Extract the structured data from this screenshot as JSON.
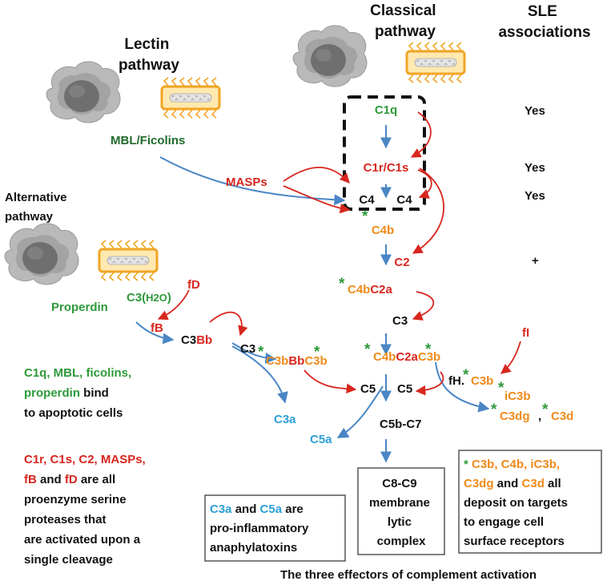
{
  "headers": {
    "classical": [
      "Classical",
      "pathway"
    ],
    "sle": [
      "SLE",
      "associations"
    ],
    "lectin": [
      "Lectin",
      "pathway"
    ],
    "alternative": [
      "Alternative",
      "pathway"
    ]
  },
  "sle_values": [
    "Yes",
    "Yes",
    "Yes",
    "+"
  ],
  "lectin_recognition": "MBL/Ficolins",
  "classical_nodes": {
    "c1q": "C1q",
    "c1r_c1s": "C1r/C1s",
    "c4_left": "C4",
    "c4_right": "C4",
    "c4b": "C4b",
    "c2": "C2",
    "c4b_c2a": [
      "C4b",
      "C2a"
    ],
    "c3": "C3",
    "c4b_c2a_c3b": [
      "C4b",
      "C2a",
      "C3b"
    ],
    "c5_left": "C5",
    "c5_right": "C5",
    "c5b_c7": "C5b-C7"
  },
  "lectin_nodes": {
    "masps": "MASPs"
  },
  "alternative_nodes": {
    "properdin": "Properdin",
    "c3h2o": [
      "C3(",
      "H2O",
      ")"
    ],
    "fd": "fD",
    "fb": "fB",
    "c3bb": [
      "C3",
      "Bb"
    ],
    "c3": "C3",
    "c3bbbc3b": [
      "C3b",
      "Bb",
      "C3b"
    ]
  },
  "regulation_nodes": {
    "fi": "fI",
    "fh": "fH.",
    "c3b": "C3b",
    "ic3b": "iC3b",
    "c3dg": "C3dg",
    "c3d": "C3d",
    "comma": ","
  },
  "anaphylatoxins": {
    "c3a": "C3a",
    "c5a": "C5a"
  },
  "asterisk": "*",
  "notes": {
    "apoptotic": [
      [
        {
          "t": "C1q, MBL, ficolins,",
          "c": "green"
        }
      ],
      [
        {
          "t": "properdin",
          "c": "green"
        },
        {
          "t": " bind",
          "c": "black"
        }
      ],
      [
        {
          "t": "to apoptotic cells",
          "c": "black"
        }
      ]
    ],
    "proenzyme": [
      [
        {
          "t": "C1r, C1s, C2, MASPs,",
          "c": "red"
        }
      ],
      [
        {
          "t": "fB",
          "c": "red"
        },
        {
          "t": " and ",
          "c": "black"
        },
        {
          "t": "fD",
          "c": "red"
        },
        {
          "t": " are all",
          "c": "black"
        }
      ],
      [
        {
          "t": "proenzyme serine",
          "c": "black"
        }
      ],
      [
        {
          "t": "proteases that",
          "c": "black"
        }
      ],
      [
        {
          "t": "are activated upon a",
          "c": "black"
        }
      ],
      [
        {
          "t": "single cleavage",
          "c": "black"
        }
      ]
    ]
  },
  "effector_boxes": {
    "anaphylatoxin": [
      [
        {
          "t": "C3a",
          "c": "blue"
        },
        {
          "t": " and ",
          "c": "black"
        },
        {
          "t": "C5a",
          "c": "blue"
        },
        {
          "t": " are",
          "c": "black"
        }
      ],
      [
        {
          "t": "pro-inflammatory",
          "c": "black"
        }
      ],
      [
        {
          "t": "anaphylatoxins",
          "c": "black"
        }
      ]
    ],
    "mac": [
      [
        {
          "t": "C8-C9",
          "c": "black"
        }
      ],
      [
        {
          "t": "membrane",
          "c": "black"
        }
      ],
      [
        {
          "t": "lytic",
          "c": "black"
        }
      ],
      [
        {
          "t": "complex",
          "c": "black"
        }
      ]
    ],
    "deposit": [
      [
        {
          "t": "*",
          "c": "green"
        },
        {
          "t": " C3b, C4b, iC3b,",
          "c": "orange"
        }
      ],
      [
        {
          "t": "C3dg",
          "c": "orange"
        },
        {
          "t": " and ",
          "c": "black"
        },
        {
          "t": "C3d",
          "c": "orange"
        },
        {
          "t": " all",
          "c": "black"
        }
      ],
      [
        {
          "t": "deposit on targets",
          "c": "black"
        }
      ],
      [
        {
          "t": "to engage cell",
          "c": "black"
        }
      ],
      [
        {
          "t": "surface receptors",
          "c": "black"
        }
      ]
    ]
  },
  "footer": "The three effectors of complement activation",
  "colors": {
    "red": "#d7261e",
    "green": "#2e9a3a",
    "dark_green": "#1f6b2a",
    "orange": "#ef8a1a",
    "blue": "#2f9fd8",
    "black": "#111111",
    "arrow_blue": "#4a86c5",
    "arrow_red": "#d7261e",
    "cell_fill": "#b9b9b9",
    "nucleus_fill": "#6f6f6f",
    "membrane_fill": "#ffe9b0",
    "membrane_stroke": "#f0a524"
  },
  "icons": [
    "apoptotic-cell-icon",
    "membrane-fragment-icon"
  ]
}
